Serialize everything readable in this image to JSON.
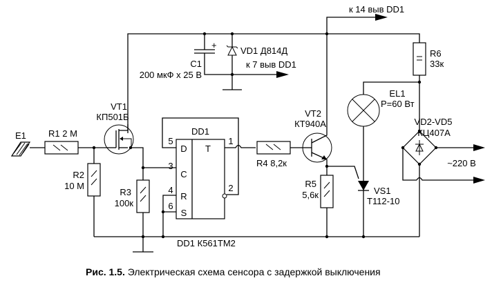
{
  "figure": {
    "caption_prefix": "Рис. 1.5.",
    "caption_text": " Электрическая схема сенсора с задержкой выключения"
  },
  "components": {
    "e1": {
      "ref": "E1"
    },
    "r1": {
      "ref": "R1 2 М"
    },
    "r2": {
      "ref": "R2",
      "value": "10 М"
    },
    "r3": {
      "ref": "R3",
      "value": "100к"
    },
    "r4": {
      "ref": "R4 8,2к"
    },
    "r5": {
      "ref": "R5",
      "value": "5,6к"
    },
    "r6": {
      "ref": "R6",
      "value": "33к"
    },
    "vt1": {
      "ref": "VT1",
      "value": "КП501Б"
    },
    "vt2": {
      "ref": "VT2",
      "value": "КТ940А"
    },
    "c1": {
      "ref": "C1",
      "value": "200 мкФ х 25 В",
      "polarity": "+"
    },
    "vd1": {
      "ref": "VD1 Д814Д"
    },
    "dd1": {
      "ref": "DD1",
      "type": "DD1 К561ТМ2",
      "func": "T",
      "pins": {
        "d": "D",
        "c": "C",
        "r": "R",
        "s": "S"
      },
      "pin_numbers": {
        "d": "5",
        "c": "3",
        "r": "4",
        "s": "6",
        "q": "1",
        "nq": "2"
      }
    },
    "el1": {
      "ref": "EL1",
      "value": "P=60 Вт"
    },
    "vs1": {
      "ref": "VS1",
      "value": "Т112-10"
    },
    "bridge": {
      "ref": "VD2-VD5",
      "value": "КЦ407А"
    }
  },
  "connections": {
    "to_pin14": "к 14 выв DD1",
    "to_pin7": "к 7 выв DD1",
    "mains": "~220 В"
  }
}
